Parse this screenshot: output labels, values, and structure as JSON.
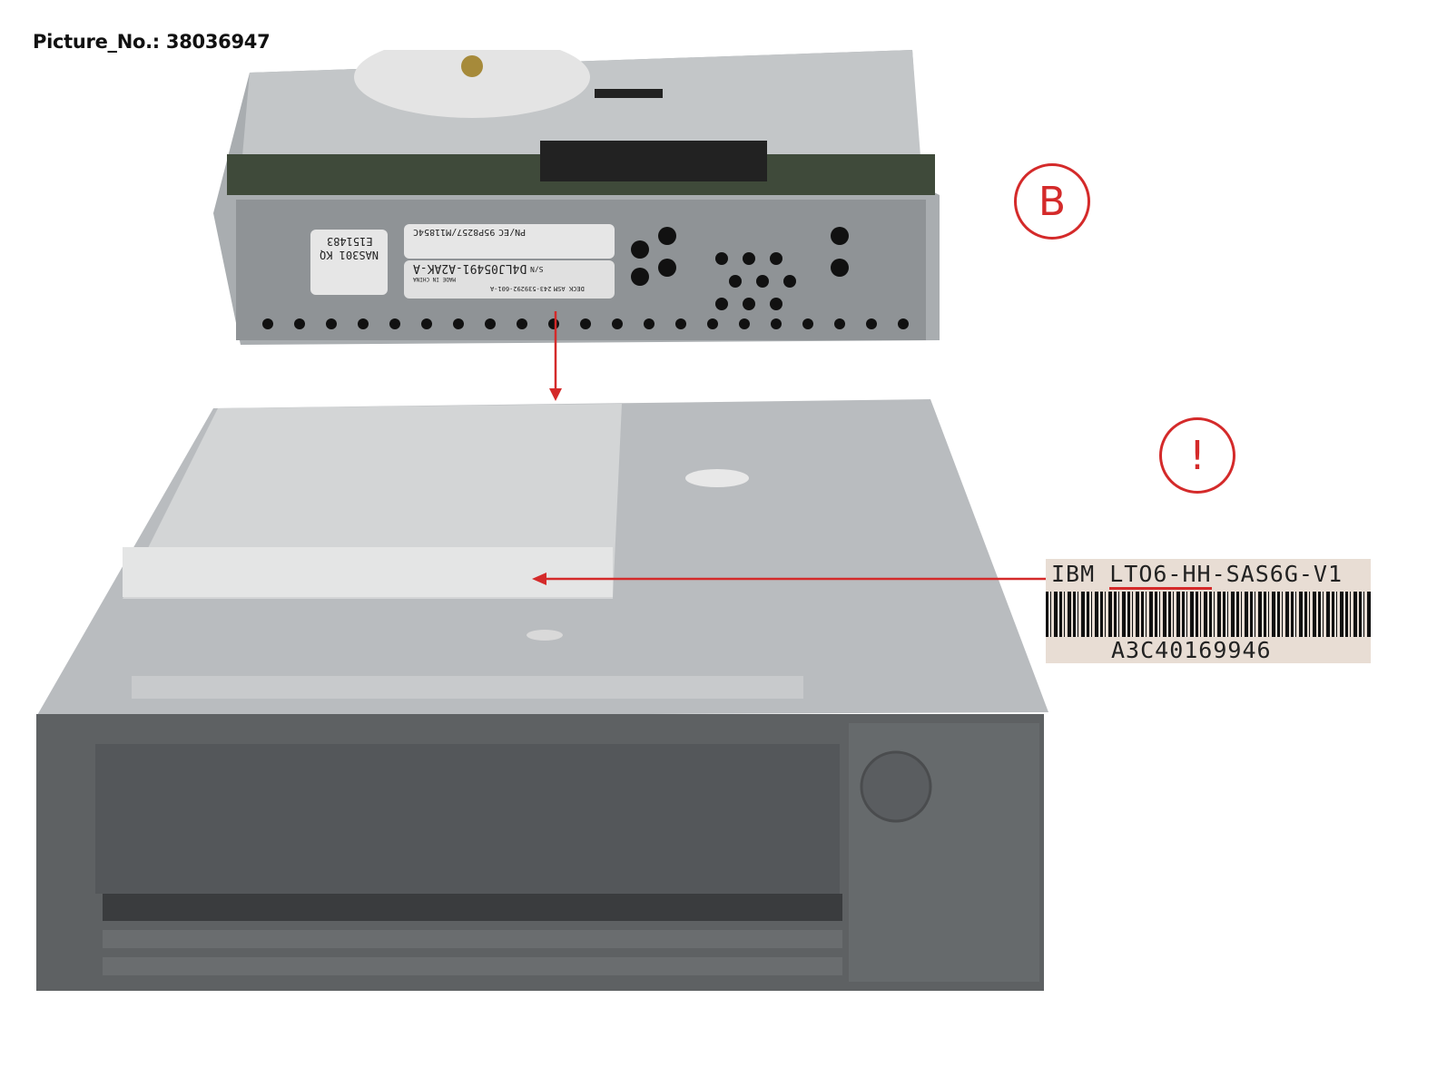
{
  "picture_caption": "Picture_No.: 38036947",
  "callouts": {
    "top": "B",
    "side": "!"
  },
  "colors": {
    "annotation": "#d42a2a",
    "bezel": "#5e6163",
    "chassis": "#b9bcbf"
  },
  "top_drive_labels": {
    "pn_ec_label": "PN/EC",
    "pn_ec_value": "95P8257/M11854C",
    "sn_label": "S/N",
    "sn_value": "D4LJ05491-A2AK-A",
    "made_in": "MADE IN CHINA",
    "deck_asm_label": "DECK ASM",
    "deck_asm_value": "243-539292-601-A",
    "cert_model": "NAS301 KQ",
    "cert_number": "E151483"
  },
  "detail_label": {
    "line1_prefix": "IBM ",
    "line1_underlined": "LTO6-HH",
    "line1_suffix": "-SAS6G-V1",
    "serial": "A3C40169946"
  }
}
